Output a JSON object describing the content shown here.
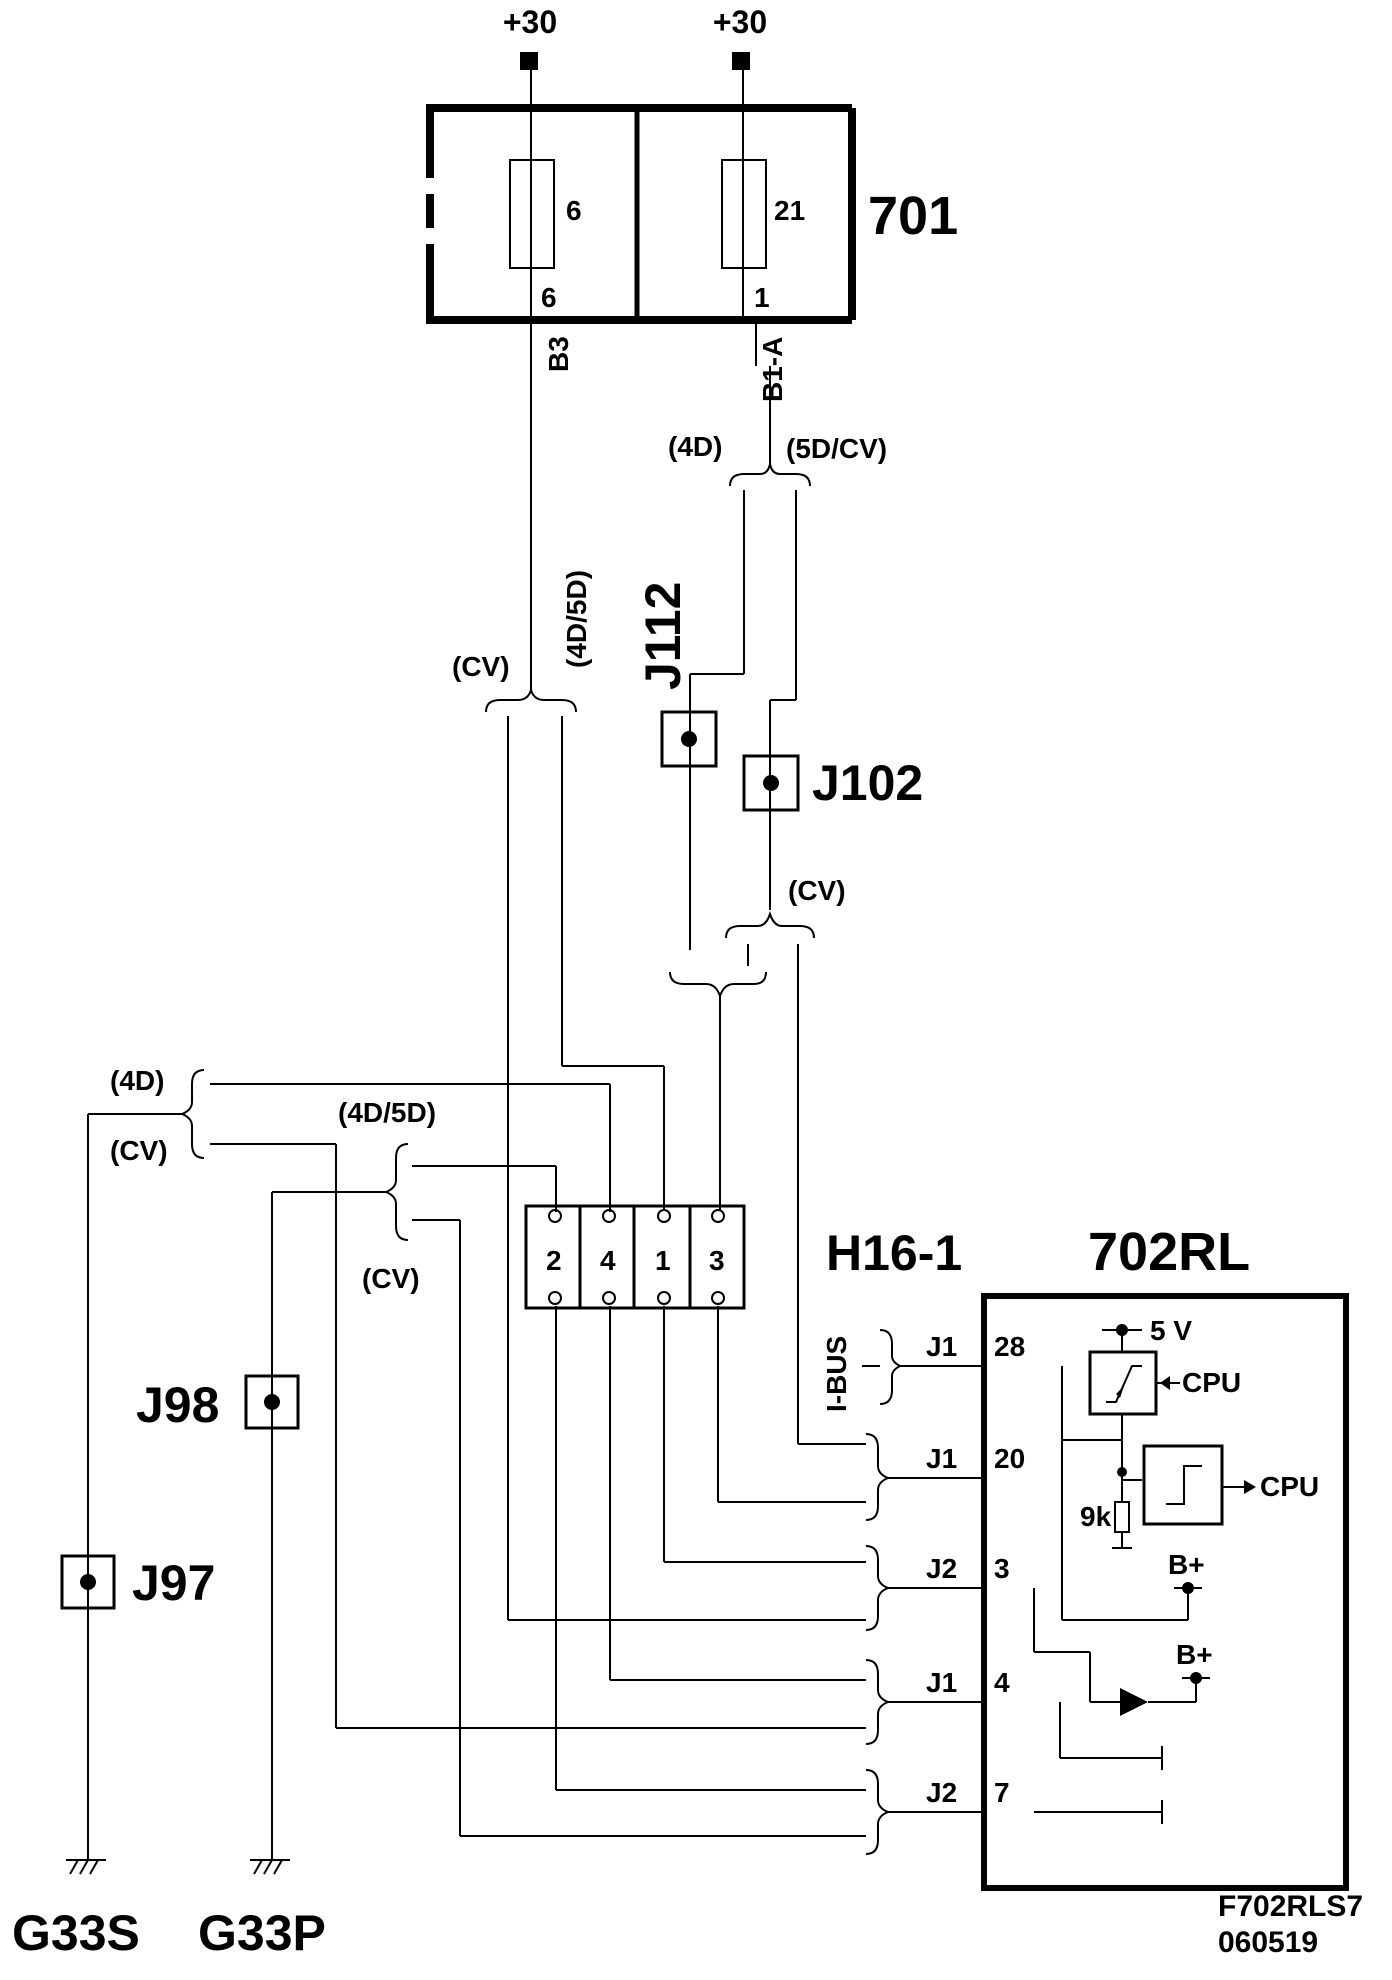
{
  "supply": {
    "left": "+30",
    "right": "+30"
  },
  "fuse_box": {
    "id": "701",
    "fuse_left": {
      "number": "6",
      "pin": "6",
      "wire": "B3"
    },
    "fuse_right": {
      "number": "21",
      "pin": "1",
      "wire": "B1-A"
    }
  },
  "variant_labels": {
    "cv_top": "(CV)",
    "d45_top": "(4D/5D)",
    "d4_right": "(4D)",
    "d5cv": "(5D/CV)",
    "cv_mid": "(CV)",
    "d4_left": "(4D)",
    "cv_left": "(CV)",
    "d45_left": "(4D/5D)",
    "cv_low": "(CV)"
  },
  "splices": {
    "j112": "J112",
    "j102": "J102",
    "j98": "J98",
    "j97": "J97"
  },
  "connector_h16": {
    "name": "H16-1",
    "pins": [
      "2",
      "4",
      "1",
      "3"
    ]
  },
  "module": {
    "name": "702RL",
    "bus_label": "I-BUS",
    "supply_5v": "5 V",
    "cpu_1": "CPU",
    "cpu_2": "CPU",
    "resistor": "9k",
    "bplus_1": "B+",
    "bplus_2": "B+",
    "pins": [
      {
        "conn": "J1",
        "pin": "28"
      },
      {
        "conn": "J1",
        "pin": "20"
      },
      {
        "conn": "J2",
        "pin": "3"
      },
      {
        "conn": "J1",
        "pin": "4"
      },
      {
        "conn": "J2",
        "pin": "7"
      }
    ]
  },
  "grounds": {
    "left": "G33S",
    "right": "G33P"
  },
  "footer": {
    "code": "F702RLS7",
    "date": "060519"
  }
}
